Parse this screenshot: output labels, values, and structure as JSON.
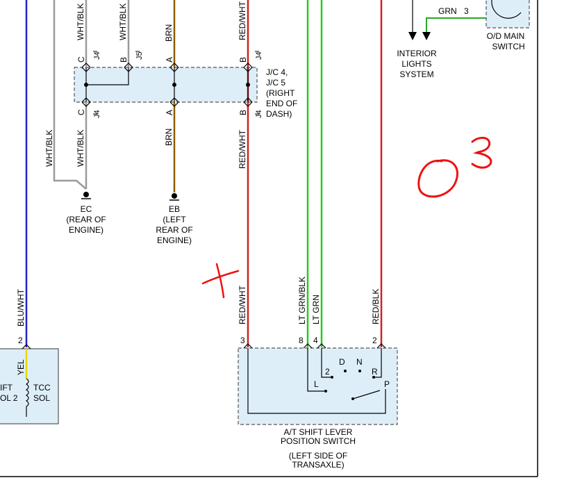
{
  "colors": {
    "white_black": "#9a9a9a",
    "brown": "#8b5a00",
    "red": "#cc2222",
    "green": "#22cc22",
    "blue": "#2222cc",
    "yellow": "#e8d800",
    "box_fill": "#deeef8",
    "annotation_red": "#ee1111",
    "annotation_green": "#22aa22"
  },
  "wires": {
    "wht_blk": "WHT/BLK",
    "brn": "BRN",
    "red_wht": "RED/WHT",
    "lt_grn_blk": "LT GRN/BLK",
    "lt_grn": "LT GRN",
    "red_blk": "RED/BLK",
    "blu_wht": "BLU/WHT",
    "yel": "YEL",
    "grn": "GRN"
  },
  "junction": {
    "label_lines": [
      "J/C 4,",
      "J/C 5",
      "(RIGHT",
      "END OF",
      "DASH)"
    ],
    "pins_top": [
      "C",
      "B",
      "A",
      "B"
    ],
    "conn_top": [
      "J4",
      "J5",
      "",
      "J4"
    ],
    "pins_bottom": [
      "C",
      "A",
      "B"
    ],
    "conn_bottom": [
      "J4",
      "",
      "J4"
    ]
  },
  "grounds": {
    "ec": [
      "EC",
      "(REAR OF",
      "ENGINE)"
    ],
    "eb": [
      "EB",
      "(LEFT",
      "REAR OF",
      "ENGINE)"
    ]
  },
  "interior": [
    "INTERIOR",
    "LIGHTS",
    "SYSTEM"
  ],
  "od_switch": {
    "label_lines": [
      "O/D MAIN",
      "SWITCH"
    ],
    "pin": "3"
  },
  "shift_switch": {
    "pins": [
      "3",
      "8",
      "4",
      "2"
    ],
    "positions": [
      "2",
      "D",
      "N",
      "R",
      "L",
      "P"
    ],
    "label_lines": [
      "A/T SHIFT LEVER",
      "POSITION SWITCH"
    ],
    "location_lines": [
      "(LEFT SIDE OF",
      "TRANSAXLE)"
    ]
  },
  "solenoid": {
    "pin": "2",
    "left_lines": [
      "IFT",
      "OL 2"
    ],
    "right_lines": [
      "TCC",
      "SOL"
    ]
  },
  "annotations": {
    "o3": "O³",
    "x_mark": "+"
  }
}
